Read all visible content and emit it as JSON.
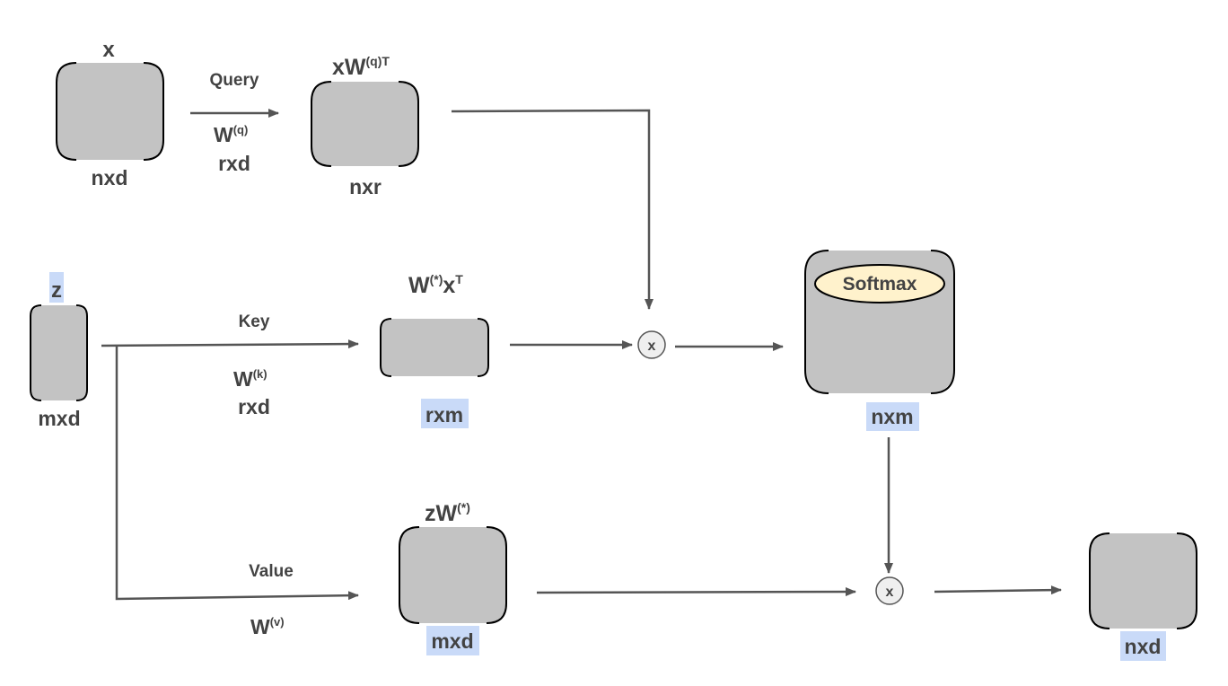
{
  "colors": {
    "box_fill": "#c3c3c3",
    "box_stroke": "#000000",
    "arrow": "#555555",
    "text": "#434343",
    "highlight": "#c9daf8",
    "softmax_fill": "#fff2cc"
  },
  "nodes": {
    "x": {
      "top": "x",
      "bottom": "nxd"
    },
    "xwq": {
      "top_base": "xW",
      "top_sup": "(q)T",
      "bottom": "nxr"
    },
    "z": {
      "top": "z",
      "bottom": "mxd"
    },
    "wx": {
      "top_base1": "W",
      "top_sup1": "(*)",
      "top_base2": "x",
      "top_sup2": "T",
      "bottom": "rxm"
    },
    "zw": {
      "top_base": "zW",
      "top_sup": "(*)",
      "bottom": "mxd"
    },
    "attn": {
      "inner": "Softmax",
      "bottom": "nxm"
    },
    "out": {
      "bottom": "nxd"
    }
  },
  "edges": {
    "query": {
      "name": "Query",
      "w_base": "W",
      "w_sup": "(q)",
      "dims": "rxd"
    },
    "key": {
      "name": "Key",
      "w_base": "W",
      "w_sup": "(k)",
      "dims": "rxd"
    },
    "value": {
      "name": "Value",
      "w_base": "W",
      "w_sup": "(v)"
    }
  },
  "operators": {
    "mult1": "x",
    "mult2": "x"
  }
}
